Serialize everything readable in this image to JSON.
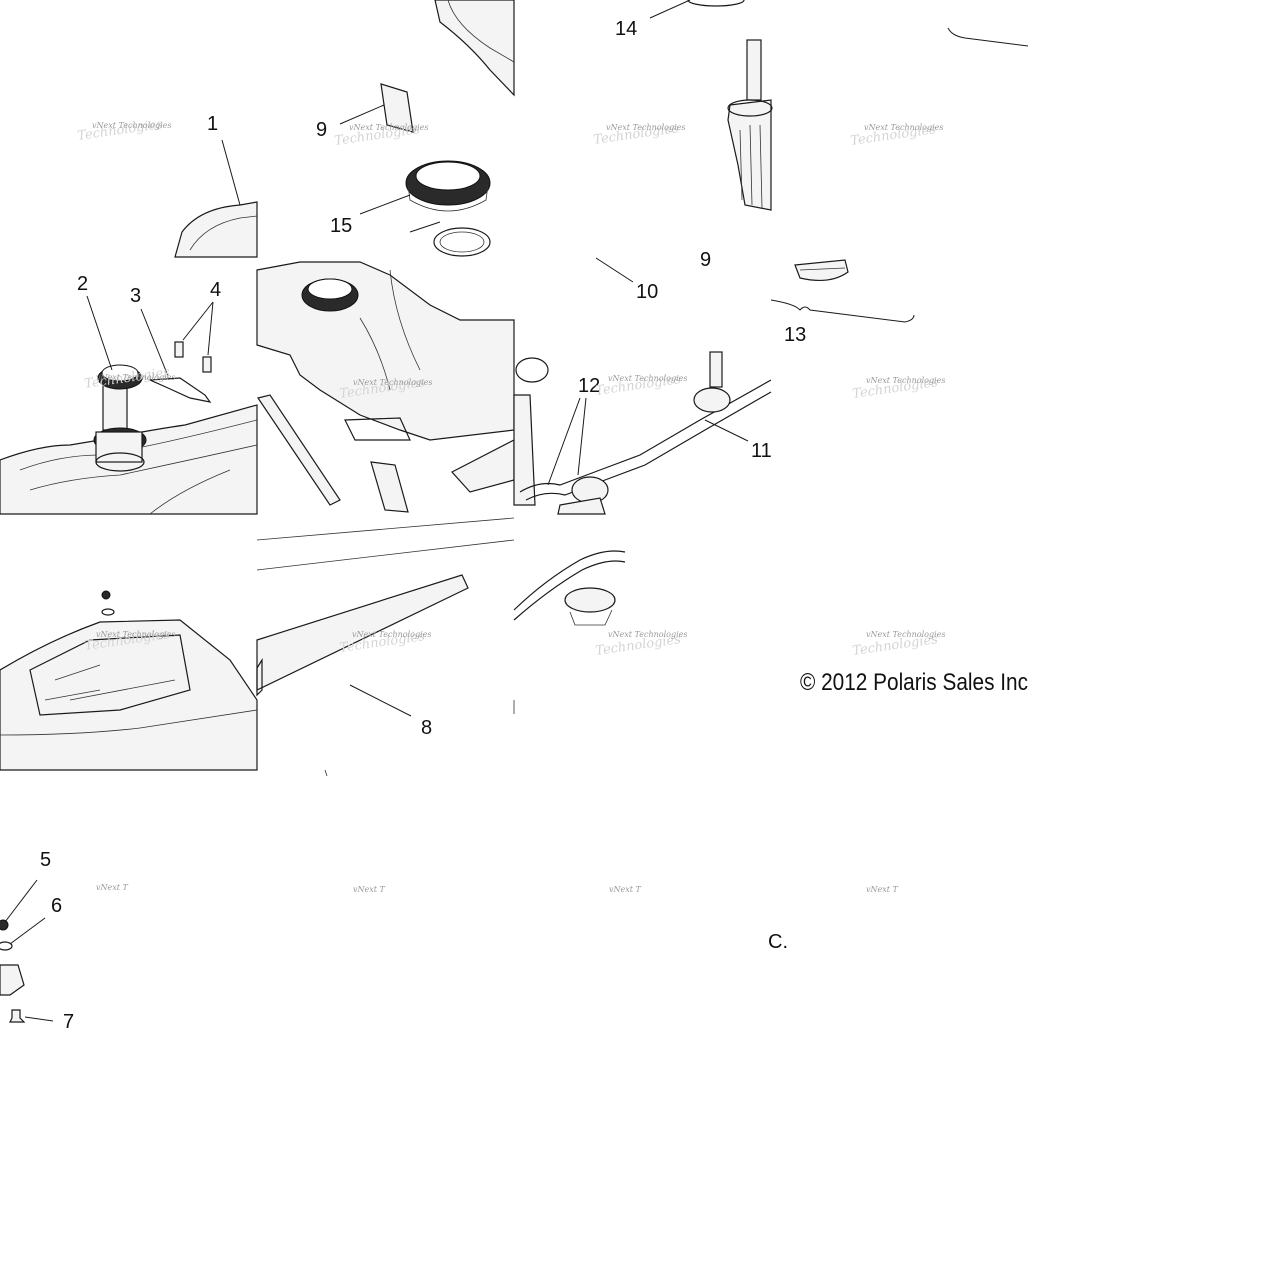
{
  "diagram": {
    "callouts": {
      "c1": "1",
      "c2": "2",
      "c3": "3",
      "c4": "4",
      "c5": "5",
      "c6": "6",
      "c7": "7",
      "c8": "8",
      "c9a": "9",
      "c9b": "9",
      "c10": "10",
      "c11": "11",
      "c12": "12",
      "c13": "13",
      "c14": "14",
      "c15": "15"
    },
    "copyright": "© 2012 Polaris Sales Inc",
    "copyright_fragment": "C.",
    "watermark": "vNext Technologies",
    "watermark_cropped": "vNext T"
  }
}
